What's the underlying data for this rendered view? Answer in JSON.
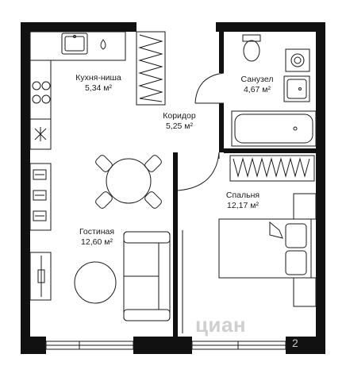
{
  "rooms": [
    {
      "id": "kitchen",
      "name": "Кухня-ниша",
      "area": "5,34 м²"
    },
    {
      "id": "corridor",
      "name": "Коридор",
      "area": "5,25 м²"
    },
    {
      "id": "bathroom",
      "name": "Санузел",
      "area": "4,67 м²"
    },
    {
      "id": "bedroom",
      "name": "Спальня",
      "area": "12,17 м²"
    },
    {
      "id": "living",
      "name": "Гостиная",
      "area": "12,60 м²"
    }
  ],
  "watermark": {
    "brand": "циан",
    "suffix": "2"
  },
  "colors": {
    "wall": "#111111",
    "line": "#1a1a1a",
    "background": "#ffffff"
  }
}
